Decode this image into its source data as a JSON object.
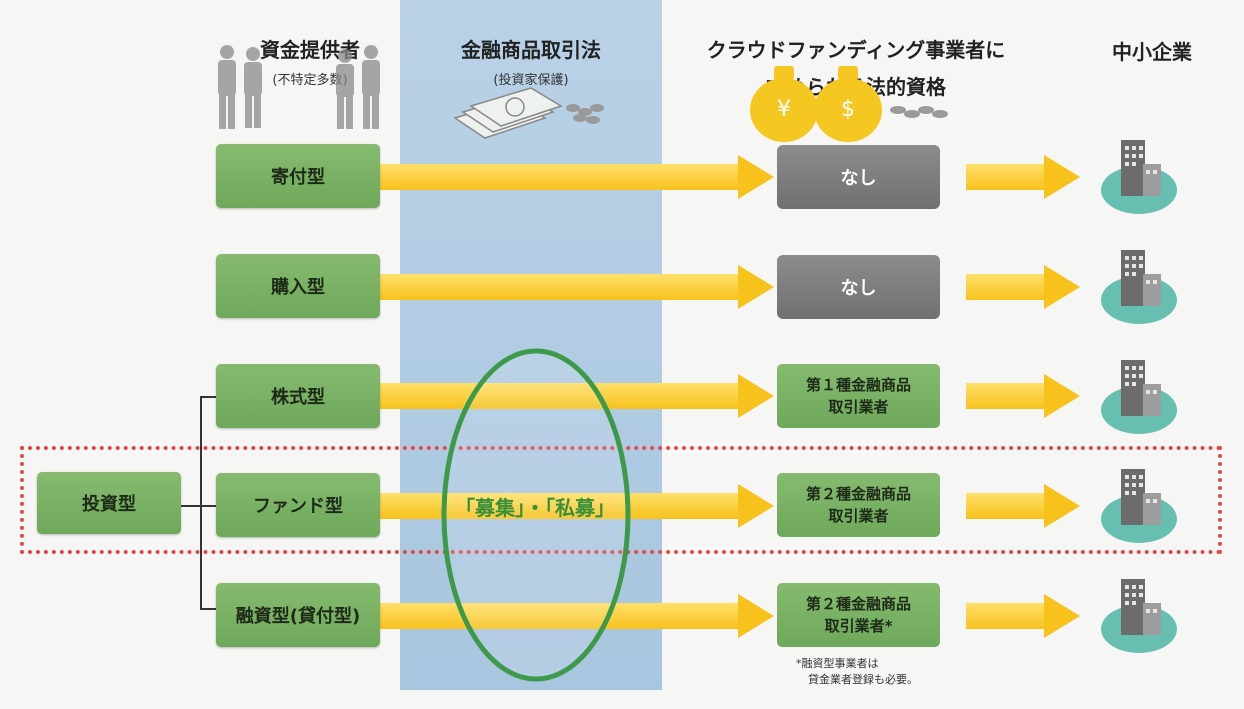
{
  "headers": {
    "funders": "資金提供者",
    "funders_sub": "(不特定多数)",
    "law": "金融商品取引法",
    "law_sub": "(投資家保護)",
    "qualification_line1": "クラウドファンディング事業者に",
    "qualification_line2": "求められる法的資格",
    "sme": "中小企業"
  },
  "rows": [
    {
      "type": "寄付型",
      "qual": "なし"
    },
    {
      "type": "購入型",
      "qual": "なし"
    },
    {
      "type": "株式型",
      "qual1": "第１種金融商品",
      "qual2": "取引業者"
    },
    {
      "type": "ファンド型",
      "qual1": "第２種金融商品",
      "qual2": "取引業者"
    },
    {
      "type": "融資型(貸付型)",
      "qual1": "第２種金融商品",
      "qual2": "取引業者*"
    }
  ],
  "investment_type": "投資型",
  "ellipse_label": "「募集」・「私募」",
  "footnote_line1": "*融資型事業者は",
  "footnote_line2": "貸金業者登録も必要。",
  "colors": {
    "green_box": "#78b062",
    "gray_box": "#7d7d7d",
    "arrow": "#f7c21c",
    "band": "#b1cbe3",
    "highlight_dotted": "#e04a4a",
    "ellipse": "#3d9a4a"
  }
}
